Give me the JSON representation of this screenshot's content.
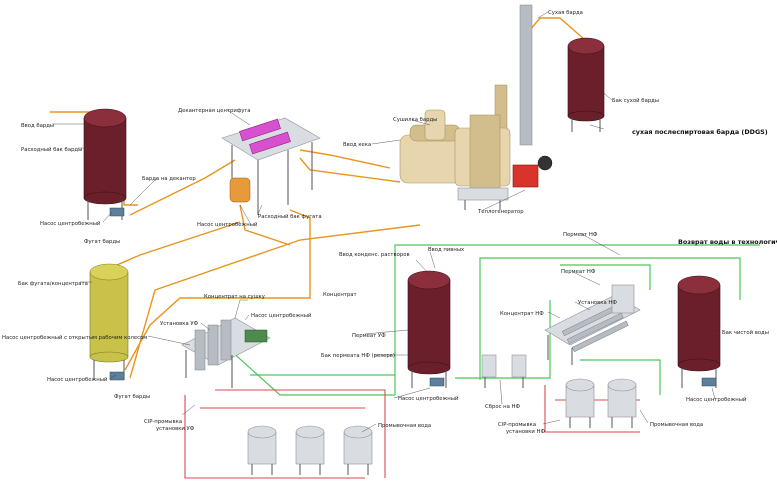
{
  "labels": {
    "vvod_bardy": "Ввод барды",
    "rashodny_bak_bardy": "Расходный бак барды",
    "barda_na_dekanter": "Барда на декантер",
    "nasos_centr_1": "Насос центробежный",
    "fugat_bardy_top": "Фугат барды",
    "dekanternaya_centrifuga": "Декантерная центрифуга",
    "rashodny_bak_fugata": "Расходный бак фугата",
    "nasos_centr_2": "Насос центробежный",
    "vvod_keka": "Ввод кека",
    "sushilka_bardy": "Сушилка барды",
    "teplogenerator": "Теплогенератор",
    "suhaya_barda_top": "Сухая барда",
    "bak_suhoy_bardy": "Бак сухой барды",
    "suhaya_barda_final": "сухая послеспиртовая барда (DDGS)",
    "bak_fugata_concentrata": "Бак фугата/концентрата",
    "nasos_otkr_rabochim_koleso": "Насос центробежный с открытым рабочим колесом",
    "nasos_centr_3": "Насос центробежный",
    "fugat_bardy_bottom": "Фугат барды",
    "concentrat_na_sushku": "Концентрат на сушку",
    "concentrat": "Концентрат",
    "ustanovka_uf": "Установка УФ",
    "nasos_centr_4": "Насос центробежный",
    "cip_uf": "CIP-промывка установки УФ",
    "promyvochnaya_voda_1": "Промывочная вода",
    "vvod_kondensata": "Ввод конденс. растворов",
    "vvod_pivnoy": "Ввод пивных",
    "permeat_uf": "Пермеат УФ",
    "bak_permeata": "Бак пермеата НФ (резерв)",
    "nasos_centr_5": "Насос центробежный",
    "permeat_nf_top": "Пермеат НФ",
    "vozvrat_vody": "Возврат воды в технологический",
    "permeat_nf_mid": "Пермеат НФ",
    "ustanovka_nf": "Установка НФ",
    "concentrat_nf": "Концентрат НФ",
    "sbros_na_nf": "Сброс на НФ",
    "bak_chistoy_vody": "Бак чистой воды",
    "nasos_centr_6": "Насос центробежный",
    "cip_nf": "CIP-промывка установки НФ",
    "promyvochnaya_voda_2": "Промывочная вода"
  }
}
